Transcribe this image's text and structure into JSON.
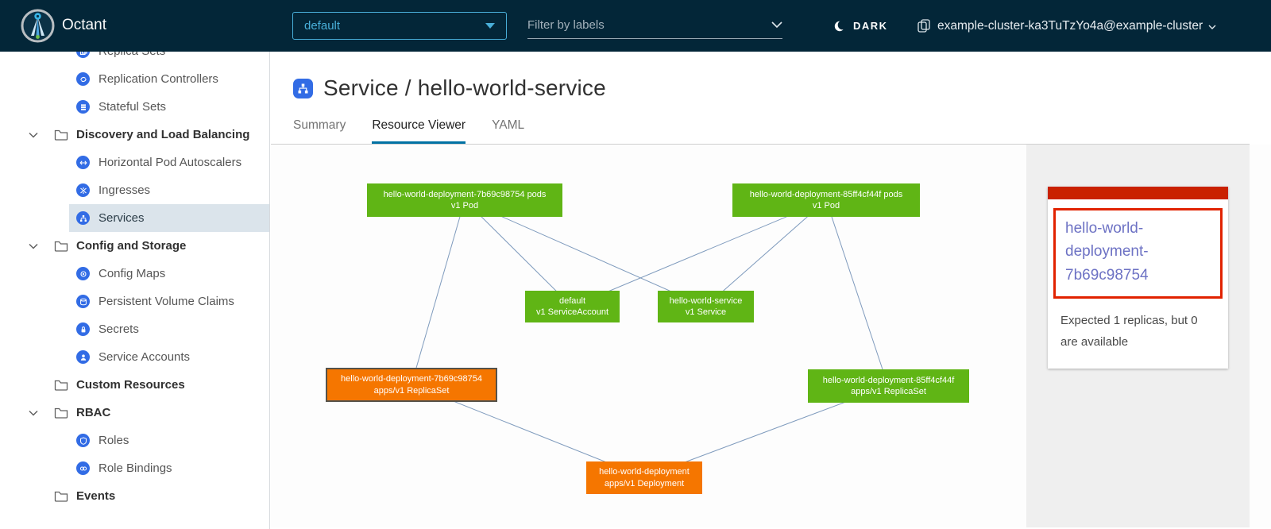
{
  "header": {
    "app_title": "Octant",
    "namespace": "default",
    "filter_placeholder": "Filter by labels",
    "theme_label": "DARK",
    "cluster": "example-cluster-ka3TuTzYo4a@example-cluster"
  },
  "sidebar": {
    "items": [
      {
        "label": "Replica Sets",
        "type": "resource"
      },
      {
        "label": "Replication Controllers",
        "type": "resource"
      },
      {
        "label": "Stateful Sets",
        "type": "resource"
      },
      {
        "label": "Discovery and Load Balancing",
        "type": "group",
        "expanded": true
      },
      {
        "label": "Horizontal Pod Autoscalers",
        "type": "resource"
      },
      {
        "label": "Ingresses",
        "type": "resource"
      },
      {
        "label": "Services",
        "type": "resource",
        "selected": true
      },
      {
        "label": "Config and Storage",
        "type": "group",
        "expanded": true
      },
      {
        "label": "Config Maps",
        "type": "resource"
      },
      {
        "label": "Persistent Volume Claims",
        "type": "resource"
      },
      {
        "label": "Secrets",
        "type": "resource"
      },
      {
        "label": "Service Accounts",
        "type": "resource"
      },
      {
        "label": "Custom Resources",
        "type": "group",
        "expanded": false
      },
      {
        "label": "RBAC",
        "type": "group",
        "expanded": true
      },
      {
        "label": "Roles",
        "type": "resource"
      },
      {
        "label": "Role Bindings",
        "type": "resource"
      },
      {
        "label": "Events",
        "type": "group",
        "expanded": false
      }
    ]
  },
  "main": {
    "title": "Service / hello-world-service",
    "tabs": [
      {
        "label": "Summary",
        "active": false
      },
      {
        "label": "Resource Viewer",
        "active": true
      },
      {
        "label": "YAML",
        "active": false
      }
    ]
  },
  "graph": {
    "nodes": [
      {
        "line1": "hello-world-deployment-7b69c98754 pods",
        "line2": "v1 Pod",
        "status": "ok"
      },
      {
        "line1": "hello-world-deployment-85ff4cf44f pods",
        "line2": "v1 Pod",
        "status": "ok"
      },
      {
        "line1": "default",
        "line2": "v1 ServiceAccount",
        "status": "ok"
      },
      {
        "line1": "hello-world-service",
        "line2": "v1 Service",
        "status": "ok"
      },
      {
        "line1": "hello-world-deployment-7b69c98754",
        "line2": "apps/v1 ReplicaSet",
        "status": "warning",
        "selected": true
      },
      {
        "line1": "hello-world-deployment-85ff4cf44f",
        "line2": "apps/v1 ReplicaSet",
        "status": "ok"
      },
      {
        "line1": "hello-world-deployment",
        "line2": "apps/v1 Deployment",
        "status": "warning"
      }
    ]
  },
  "detail_panel": {
    "title": "hello-world-deployment-7b69c98754",
    "status": "Expected 1 replicas, but 0 are available"
  },
  "colors": {
    "header_bg": "#032638",
    "accent_blue": "#49afd9",
    "k8s_icon_blue": "#326ce5",
    "node_green": "#60b515",
    "node_orange": "#f57600",
    "status_red": "#c92100",
    "selection_red": "#e12200",
    "link_purple": "#6d72c4",
    "tab_underline": "#0072a3"
  }
}
